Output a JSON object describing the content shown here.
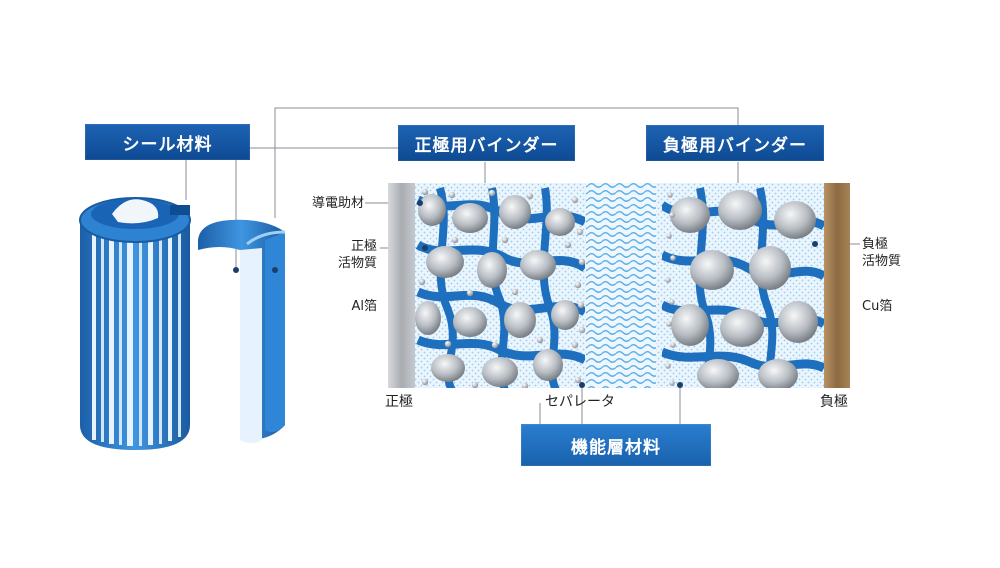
{
  "tags": {
    "seal": "シール材料",
    "cathode_binder": "正極用バインダー",
    "anode_binder": "負極用バインダー",
    "functional": "機能層材料"
  },
  "labels": {
    "conductive_aid": "導電助材",
    "cathode_active_1": "正極",
    "cathode_active_2": "活物質",
    "al_foil": "Al箔",
    "anode_active_1": "負極",
    "anode_active_2": "活物質",
    "cu_foil": "Cu箔",
    "cathode": "正極",
    "separator": "セパレータ",
    "anode": "負極"
  },
  "colors": {
    "tag_blue": "#1559a6",
    "binder_blue": "#1f74c4",
    "battery_blue": "#2a7bd0",
    "al_foil_grey": "#b9bcc0",
    "cu_foil_brown": "#a27b4f",
    "separator_blue": "#8fc6ee"
  }
}
